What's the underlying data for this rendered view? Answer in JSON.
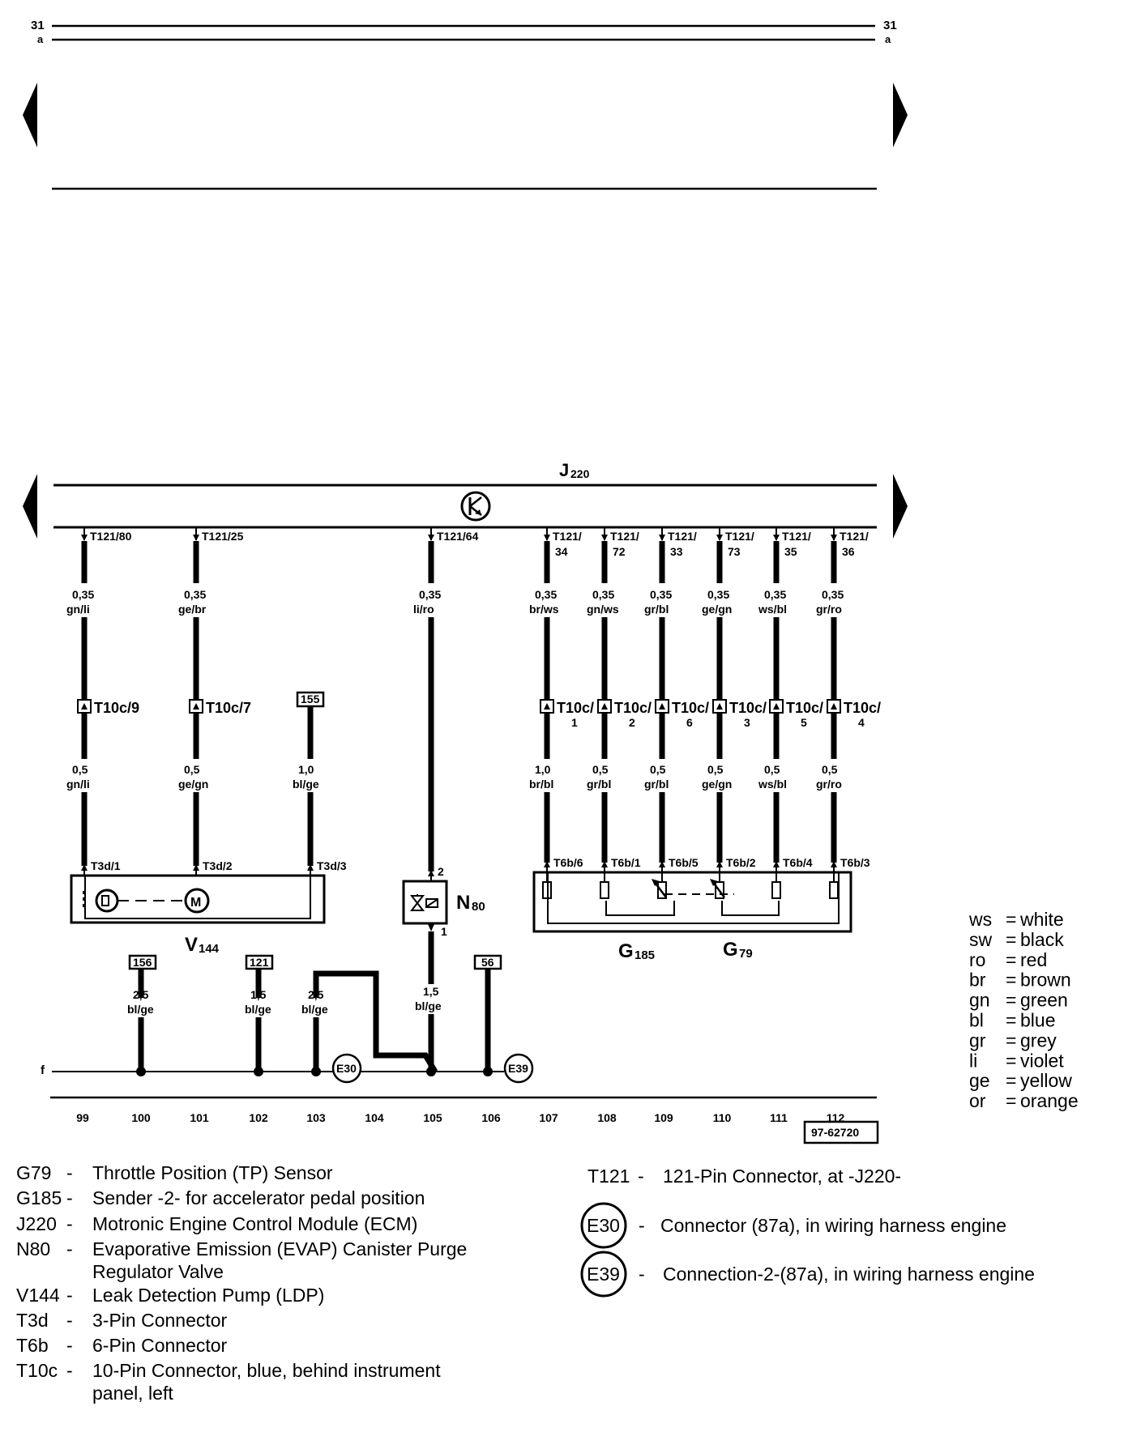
{
  "page_refs": {
    "left_top": "31",
    "left_sub": "a",
    "right_top": "31",
    "right_sub": "a"
  },
  "module": {
    "name": "J",
    "sub": "220"
  },
  "wires": [
    {
      "id": "w80",
      "pin": "T121/80",
      "pin2": "",
      "upper_gauge": "0,35",
      "upper_color": "gn/li",
      "conn": "T10c/9",
      "conn2": "",
      "lower_gauge": "0,5",
      "lower_color": "gn/li",
      "end_pin": "T3d/1"
    },
    {
      "id": "w25",
      "pin": "T121/25",
      "pin2": "",
      "upper_gauge": "0,35",
      "upper_color": "ge/br",
      "conn": "T10c/7",
      "conn2": "",
      "lower_gauge": "0,5",
      "lower_color": "ge/gn",
      "end_pin": "T3d/2"
    },
    {
      "id": "w155",
      "pin": "",
      "pin2": "",
      "upper_gauge": "",
      "upper_color": "",
      "conn": "",
      "conn2": "",
      "box": "155",
      "lower_gauge": "1,0",
      "lower_color": "bl/ge",
      "end_pin": "T3d/3"
    },
    {
      "id": "w64",
      "pin": "T121/64",
      "pin2": "",
      "upper_gauge": "0,35",
      "upper_color": "li/ro",
      "conn": "",
      "conn2": "",
      "lower_gauge": "",
      "lower_color": "",
      "end_pin": "2"
    },
    {
      "id": "w34",
      "pin": "T121/",
      "pin2": "34",
      "upper_gauge": "0,35",
      "upper_color": "br/ws",
      "conn": "T10c/",
      "conn2": "1",
      "lower_gauge": "1,0",
      "lower_color": "br/bl",
      "end_pin": "T6b/6"
    },
    {
      "id": "w72",
      "pin": "T121/",
      "pin2": "72",
      "upper_gauge": "0,35",
      "upper_color": "gn/ws",
      "conn": "T10c/",
      "conn2": "2",
      "lower_gauge": "0,5",
      "lower_color": "gr/bl",
      "end_pin": "T6b/1"
    },
    {
      "id": "w33",
      "pin": "T121/",
      "pin2": "33",
      "upper_gauge": "0,35",
      "upper_color": "gr/bl",
      "conn": "T10c/",
      "conn2": "6",
      "lower_gauge": "0,5",
      "lower_color": "gr/bl",
      "end_pin": "T6b/5"
    },
    {
      "id": "w73",
      "pin": "T121/",
      "pin2": "73",
      "upper_gauge": "0,35",
      "upper_color": "ge/gn",
      "conn": "T10c/",
      "conn2": "3",
      "lower_gauge": "0,5",
      "lower_color": "ge/gn",
      "end_pin": "T6b/2"
    },
    {
      "id": "w35",
      "pin": "T121/",
      "pin2": "35",
      "upper_gauge": "0,35",
      "upper_color": "ws/bl",
      "conn": "T10c/",
      "conn2": "5",
      "lower_gauge": "0,5",
      "lower_color": "ws/bl",
      "end_pin": "T6b/4"
    },
    {
      "id": "w36",
      "pin": "T121/",
      "pin2": "36",
      "upper_gauge": "0,35",
      "upper_color": "gr/ro",
      "conn": "T10c/",
      "conn2": "4",
      "lower_gauge": "0,5",
      "lower_color": "gr/ro",
      "end_pin": "T6b/3"
    }
  ],
  "components": {
    "v144": {
      "name": "V",
      "sub": "144"
    },
    "n80": {
      "name": "N",
      "sub": "80",
      "lower_pin": "1"
    },
    "g185": {
      "name": "G",
      "sub": "185"
    },
    "g79": {
      "name": "G",
      "sub": "79"
    }
  },
  "ground_feeds": [
    {
      "box": "156",
      "gauge": "2,5",
      "color": "bl/ge"
    },
    {
      "box": "121",
      "gauge": "1,5",
      "color": "bl/ge"
    },
    {
      "box": "",
      "gauge": "2,5",
      "color": "bl/ge"
    },
    {
      "box": "",
      "gauge": "1,5",
      "color": "bl/ge"
    },
    {
      "box": "56",
      "gauge": "",
      "color": ""
    }
  ],
  "bus_label": "f",
  "splices": [
    "E30",
    "E39"
  ],
  "track_numbers": [
    "99",
    "100",
    "101",
    "102",
    "103",
    "104",
    "105",
    "106",
    "107",
    "108",
    "109",
    "110",
    "111",
    "112"
  ],
  "figure_id": "97-62720",
  "color_legend": [
    {
      "code": "ws",
      "name": "white"
    },
    {
      "code": "sw",
      "name": "black"
    },
    {
      "code": "ro",
      "name": "red"
    },
    {
      "code": "br",
      "name": "brown"
    },
    {
      "code": "gn",
      "name": "green"
    },
    {
      "code": "bl",
      "name": "blue"
    },
    {
      "code": "gr",
      "name": "grey"
    },
    {
      "code": "li",
      "name": "violet"
    },
    {
      "code": "ge",
      "name": "yellow"
    },
    {
      "code": "or",
      "name": "orange"
    }
  ],
  "legend_left": [
    {
      "code": "G79",
      "sep": "-",
      "desc": "Throttle Position (TP) Sensor",
      "desc2": ""
    },
    {
      "code": "G185",
      "sep": "-",
      "desc": "Sender -2- for accelerator pedal position",
      "desc2": ""
    },
    {
      "code": "J220",
      "sep": "-",
      "desc": "Motronic Engine Control Module (ECM)",
      "desc2": ""
    },
    {
      "code": "N80",
      "sep": "-",
      "desc": "Evaporative Emission (EVAP) Canister Purge",
      "desc2": "Regulator Valve"
    },
    {
      "code": "V144",
      "sep": "-",
      "desc": "Leak Detection Pump (LDP)",
      "desc2": ""
    },
    {
      "code": "T3d",
      "sep": "-",
      "desc": "3-Pin Connector",
      "desc2": ""
    },
    {
      "code": "T6b",
      "sep": "-",
      "desc": "6-Pin Connector",
      "desc2": ""
    },
    {
      "code": "T10c",
      "sep": "-",
      "desc": "10-Pin Connector, blue, behind instrument",
      "desc2": "panel, left"
    }
  ],
  "legend_right": [
    {
      "code": "T121",
      "sep": "-",
      "desc": "121-Pin Connector, at -J220-"
    },
    {
      "code": "E30",
      "sep": "-",
      "desc": "Connector (87a), in wiring harness engine"
    },
    {
      "code": "E39",
      "sep": "-",
      "desc": "Connection-2-(87a), in wiring harness engine"
    }
  ]
}
